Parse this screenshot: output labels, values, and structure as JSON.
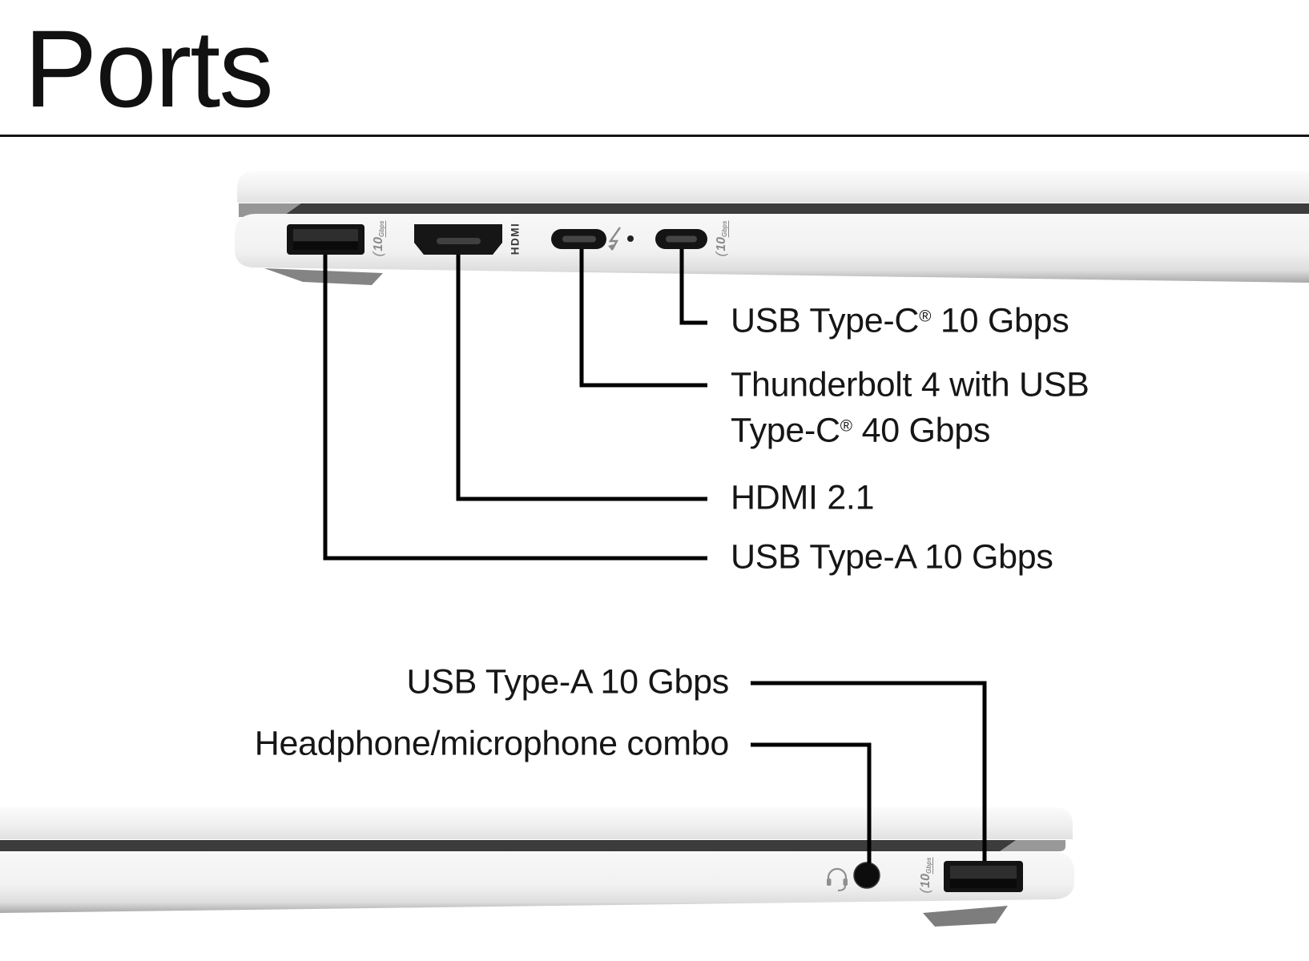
{
  "page": {
    "title": "Ports",
    "background": "#ffffff"
  },
  "colors": {
    "text": "#1a1a1a",
    "callout_line": "#000000",
    "hinge_stripe": "#3c3c3c",
    "port_black": "#141414",
    "icon_gray": "#8a8a8a",
    "laptop_silver": "#f2f2f2"
  },
  "top_view": {
    "description": "left-side-of-laptop",
    "badges": {
      "usb_a_speed": {
        "paren": "(",
        "big": "10",
        "small": "Gbps"
      },
      "hdmi": "HDMI",
      "usb_c_speed": {
        "paren": "(",
        "big": "10",
        "small": "Gbps"
      }
    },
    "callouts": {
      "usb_c": {
        "pre": "USB Type-C",
        "reg": "®",
        "post": " 10 Gbps"
      },
      "thunderbolt_line1": {
        "pre": "Thunderbolt 4 with USB"
      },
      "thunderbolt_line2": {
        "pre": "Type-C",
        "reg": "®",
        "post": " 40 Gbps"
      },
      "hdmi": {
        "pre": "HDMI 2.1"
      },
      "usb_a": {
        "pre": "USB Type-A 10 Gbps"
      }
    }
  },
  "bottom_view": {
    "description": "right-side-of-laptop",
    "badges": {
      "usb_a_speed": {
        "paren": "(",
        "big": "10",
        "small": "Gbps"
      }
    },
    "callouts": {
      "usb_a": {
        "pre": "USB Type-A 10 Gbps"
      },
      "headphone": {
        "pre": "Headphone/microphone combo"
      }
    }
  }
}
